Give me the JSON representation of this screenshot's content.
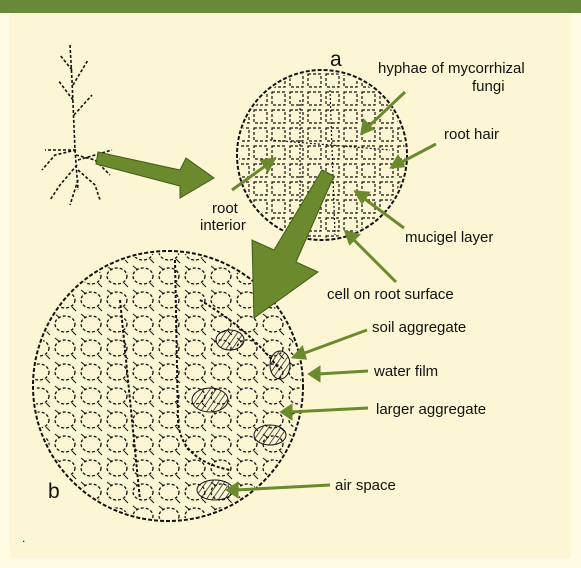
{
  "colors": {
    "header_bar": "#6a8a3a",
    "background": "#fcf6d4",
    "arrow_fill": "#6b8a2e",
    "ink": "#111111"
  },
  "panels": {
    "a": "a",
    "b": "b"
  },
  "labels": {
    "hyphae_line1": "hyphae of mycorrhizal",
    "hyphae_line2": "fungi",
    "root_hair": "root hair",
    "root_interior_line1": "root",
    "root_interior_line2": "interior",
    "mucigel_layer": "mucigel layer",
    "cell_on_root_surface": "cell on root surface",
    "soil_aggregate": "soil aggregate",
    "water_film": "water film",
    "larger_aggregate": "larger aggregate",
    "air_space": "air space"
  },
  "footnote": "."
}
